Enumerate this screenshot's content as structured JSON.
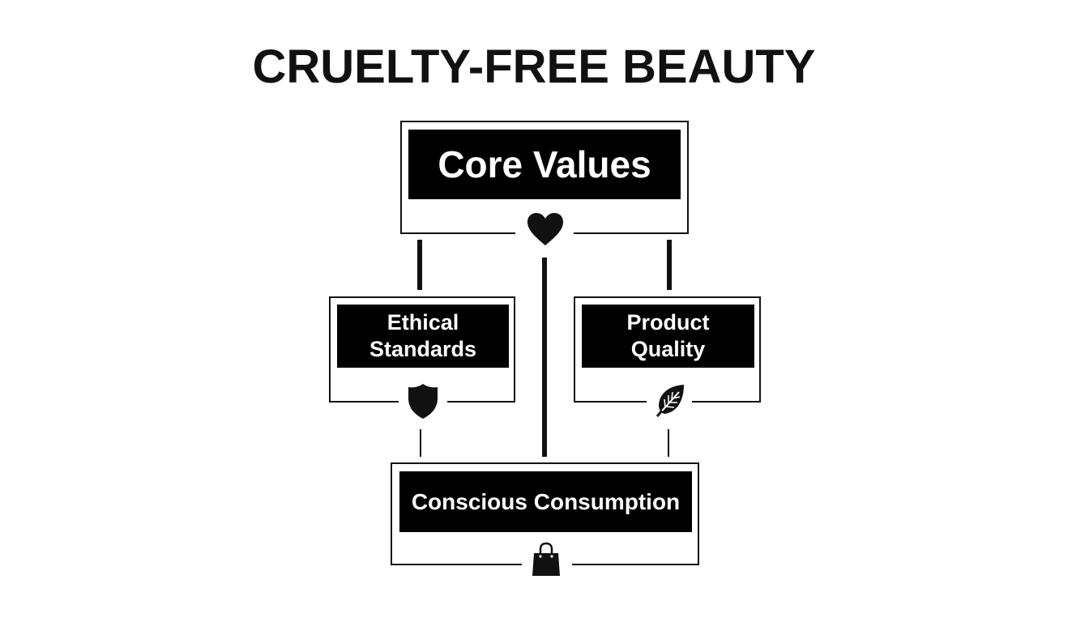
{
  "diagram": {
    "title": "CRUELTY-FREE BEAUTY",
    "nodes": {
      "core_values": {
        "label": "Core Values",
        "icon": "heart-icon"
      },
      "ethical_standards": {
        "label_line1": "Ethical",
        "label_line2": "Standards",
        "icon": "shield-icon"
      },
      "product_quality": {
        "label_line1": "Product",
        "label_line2": "Quality",
        "icon": "leaf-icon"
      },
      "conscious_consumption": {
        "label": "Conscious Consumption",
        "icon": "shopping-bag-icon"
      }
    },
    "colors": {
      "ink": "#111111",
      "label_fill": "#000000",
      "label_text": "#ffffff",
      "background": "#ffffff"
    }
  }
}
